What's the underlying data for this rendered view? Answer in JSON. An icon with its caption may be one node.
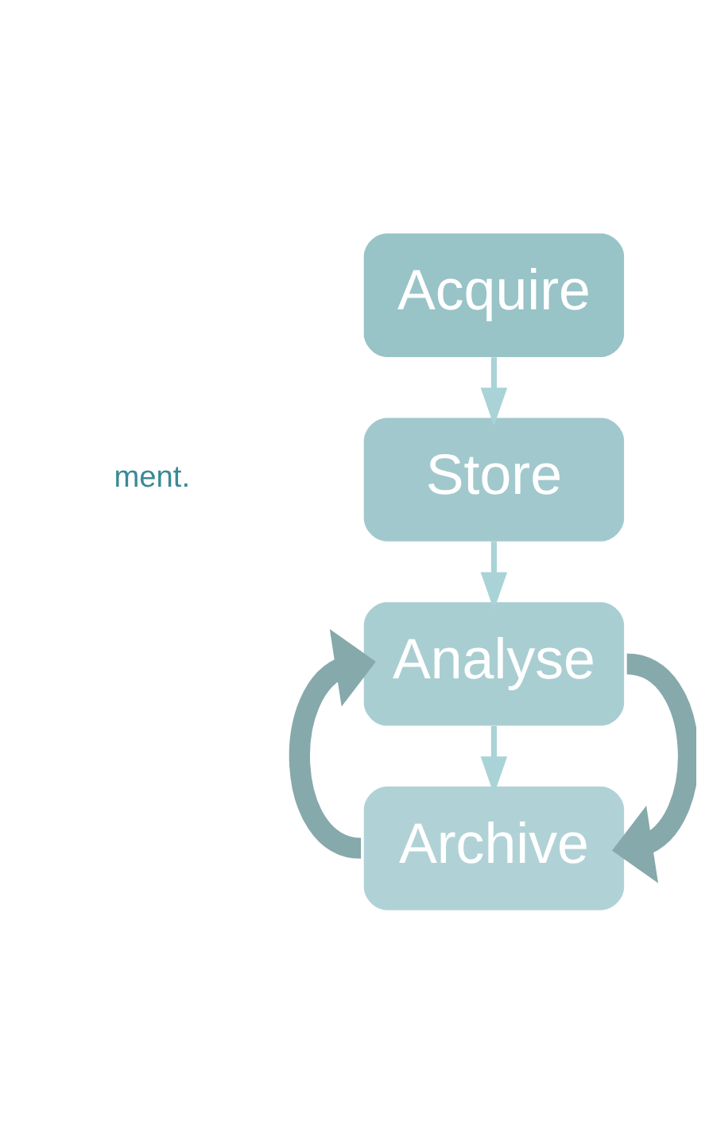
{
  "diagram": {
    "nodes": [
      {
        "text": [
          "Acquire"
        ]
      },
      {
        "text": [
          "Store"
        ]
      },
      {
        "text": [
          "Analyse"
        ]
      },
      {
        "text": [
          "Archive"
        ]
      }
    ],
    "edges": [
      {
        "from": 0,
        "to": 1,
        "arrow": "to"
      },
      {
        "from": 1,
        "to": 2,
        "arrow": "to"
      },
      {
        "from": 2,
        "to": 3,
        "arrow": "to"
      },
      {
        "from": 2,
        "to": 3,
        "arrow": "to",
        "style": "thick",
        "color": "#86a9ab"
      },
      {
        "from": 3,
        "to": 2,
        "arrow": "to",
        "style": "thick",
        "color": "#86a9ab"
      }
    ],
    "labels": [
      "ment."
    ]
  }
}
